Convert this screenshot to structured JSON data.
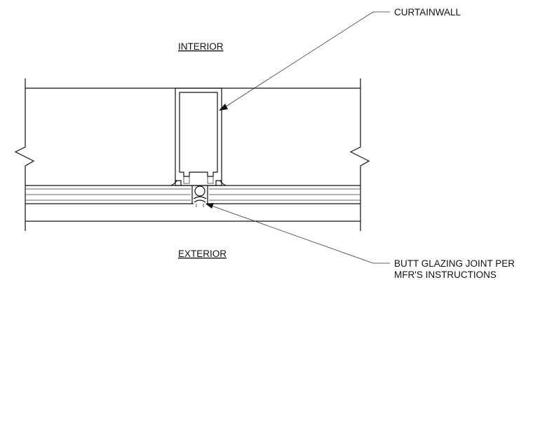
{
  "labels": {
    "interior": "INTERIOR",
    "exterior": "EXTERIOR",
    "curtainwall": "CURTAINWALL",
    "butt_glazing_line1": "BUTT GLAZING JOINT PER",
    "butt_glazing_line2": "MFR'S INSTRUCTIONS"
  },
  "colors": {
    "line": "#111111",
    "background": "#ffffff"
  }
}
